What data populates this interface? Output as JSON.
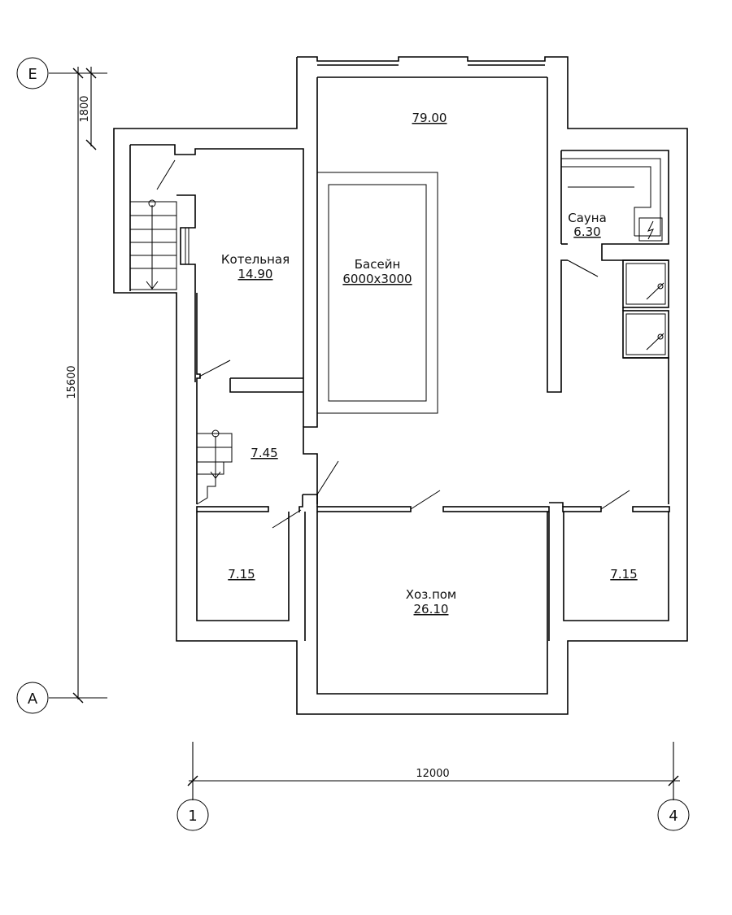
{
  "rooms": {
    "hall": {
      "area": "79.00"
    },
    "pool": {
      "name": "Басейн",
      "size": "6000x3000"
    },
    "boiler": {
      "name": "Котельная",
      "area": "14.90"
    },
    "sauna": {
      "name": "Сауна",
      "area": "6.30"
    },
    "stair_hall": {
      "area": "7.45"
    },
    "left_store": {
      "area": "7.15"
    },
    "right_store": {
      "area": "7.15"
    },
    "utility": {
      "name": "Хоз.пом",
      "area": "26.10"
    }
  },
  "dimensions": {
    "width": "12000",
    "height": "15600",
    "top_offset": "1800"
  },
  "axes": {
    "top": "Е",
    "bottom": "А",
    "left": "1",
    "right": "4"
  },
  "icons": {
    "electric": "lightning-icon",
    "shower": "shower-icon"
  }
}
